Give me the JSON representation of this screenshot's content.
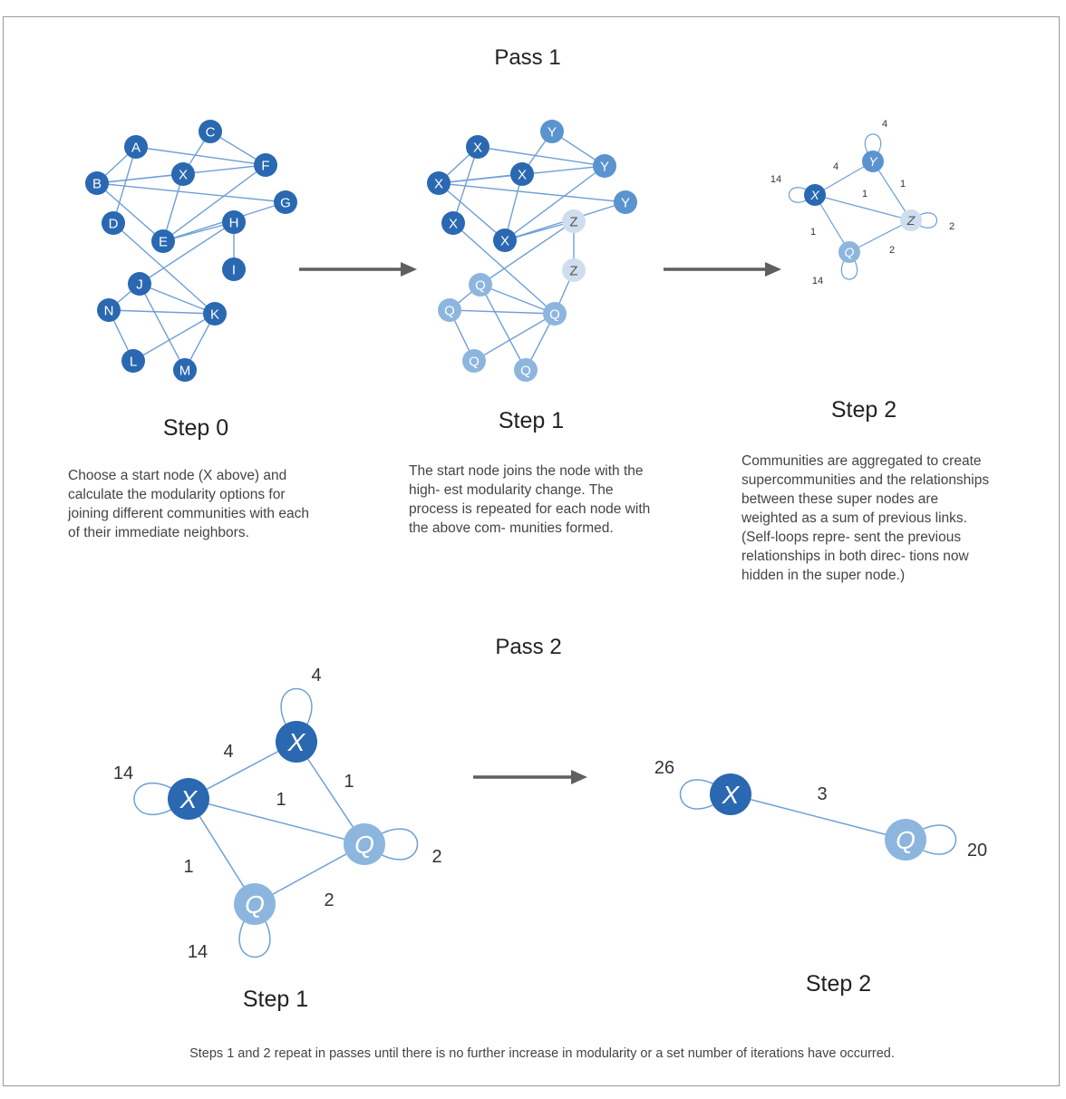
{
  "pass1": {
    "title": "Pass 1",
    "step0": {
      "label": "Step 0",
      "description": "Choose a start node (X above) and calculate the modularity options for joining different communities with each of their immediate neighbors.",
      "nodes": [
        "A",
        "B",
        "C",
        "D",
        "E",
        "F",
        "G",
        "H",
        "I",
        "J",
        "K",
        "L",
        "M",
        "N",
        "X"
      ]
    },
    "step1": {
      "label": "Step 1",
      "description": "The start node joins the node with the high- est modularity change. The process is repeated for each node with the above com- munities formed."
    },
    "step2": {
      "label": "Step 2",
      "description": "Communities are aggregated to create supercommunities and the relationships between these super nodes are weighted as a sum of previous links. (Self-loops repre- sent the previous relationships in both direc- tions now hidden in the super node.)",
      "weights": {
        "y_loop": "4",
        "x_loop": "14",
        "xy": "4",
        "xz": "1",
        "yz": "1",
        "xq": "1",
        "z_loop": "2",
        "qz": "2",
        "q_loop": "14"
      }
    }
  },
  "pass2": {
    "title": "Pass 2",
    "step1": {
      "label": "Step 1",
      "weights": {
        "x2_loop": "4",
        "x1_loop": "14",
        "x1x2": "4",
        "x1q2": "1",
        "x2q2": "1",
        "x1q1": "1",
        "q2_loop": "2",
        "q1q2": "2",
        "q1_loop": "14"
      }
    },
    "step2": {
      "label": "Step 2",
      "weights": {
        "x_loop": "26",
        "xq": "3",
        "q_loop": "20"
      }
    }
  },
  "footer": "Steps 1 and 2 repeat in passes until there is no further increase in modularity or a set number of iterations have occurred.",
  "colors": {
    "dark": "#2a68b1",
    "mid": "#5b93cf",
    "light": "#8db6de",
    "pale": "#cfdeef",
    "edge": "#6f9fd6",
    "arrow": "#5f5f5f",
    "frame": "#9a9a9a"
  }
}
